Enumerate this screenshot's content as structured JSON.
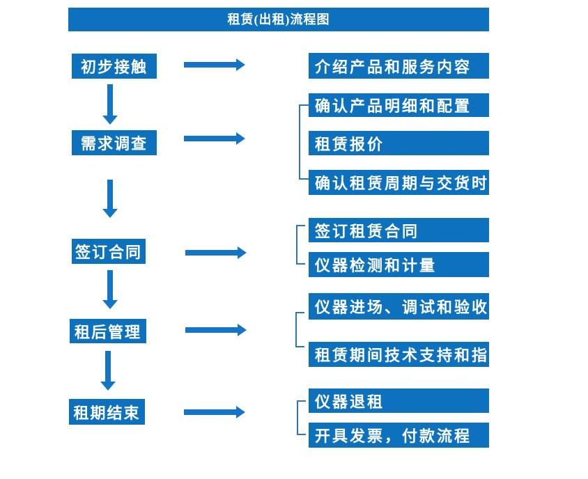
{
  "title": "租赁(出租)流程图",
  "colors": {
    "box_blue": "#0e71bd",
    "arrow_blue": "#1474c5",
    "bracket_blue": "#2e75b6",
    "text_white": "#ffffff"
  },
  "stages": [
    {
      "label": "初步接触"
    },
    {
      "label": "需求调查"
    },
    {
      "label": "签订合同"
    },
    {
      "label": "租后管理"
    },
    {
      "label": "租期结束"
    }
  ],
  "details": [
    {
      "label": "介绍产品和服务内容"
    },
    {
      "label": "确认产品明细和配置"
    },
    {
      "label": "租赁报价"
    },
    {
      "label": "确认租赁周期与交货时间"
    },
    {
      "label": "签订租赁合同"
    },
    {
      "label": "仪器检测和计量"
    },
    {
      "label": "仪器进场、调试和验收"
    },
    {
      "label": "租赁期间技术支持和指导"
    },
    {
      "label": "仪器退租"
    },
    {
      "label": "开具发票，付款流程"
    }
  ]
}
